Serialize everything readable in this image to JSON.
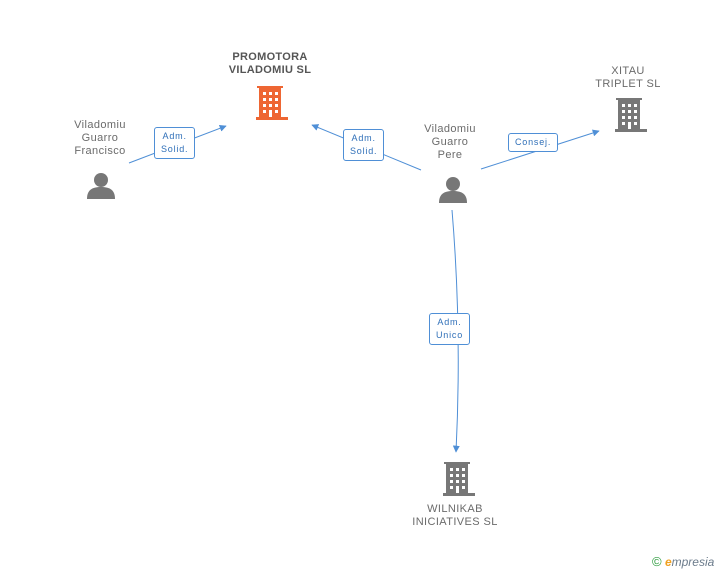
{
  "nodes": {
    "promotora": {
      "lines": [
        "PROMOTORA",
        "VILADOMIU SL"
      ],
      "icon": "building-icon",
      "color": "#ee6633"
    },
    "xitau": {
      "lines": [
        "XITAU",
        "TRIPLET SL"
      ],
      "icon": "building-icon",
      "color": "#777777"
    },
    "wilnikab": {
      "lines": [
        "WILNIKAB",
        "INICIATIVES SL"
      ],
      "icon": "building-icon",
      "color": "#777777"
    },
    "francisco": {
      "lines": [
        "Viladomiu",
        "Guarro",
        "Francisco"
      ],
      "icon": "person-icon",
      "color": "#777777"
    },
    "pere": {
      "lines": [
        "Viladomiu",
        "Guarro",
        "Pere"
      ],
      "icon": "person-icon",
      "color": "#777777"
    }
  },
  "edges": {
    "francisco_promotora": {
      "lines": [
        "Adm.",
        "Solid."
      ]
    },
    "pere_promotora": {
      "lines": [
        "Adm.",
        "Solid."
      ]
    },
    "pere_xitau": {
      "lines": [
        "Consej."
      ]
    },
    "pere_wilnikab": {
      "lines": [
        "Adm.",
        "Unico"
      ]
    }
  },
  "colors": {
    "edge": "#4f8fd6",
    "label_border": "#4f8fd6"
  },
  "brand": {
    "symbol": "©",
    "initial": "e",
    "rest": "mpresia"
  }
}
